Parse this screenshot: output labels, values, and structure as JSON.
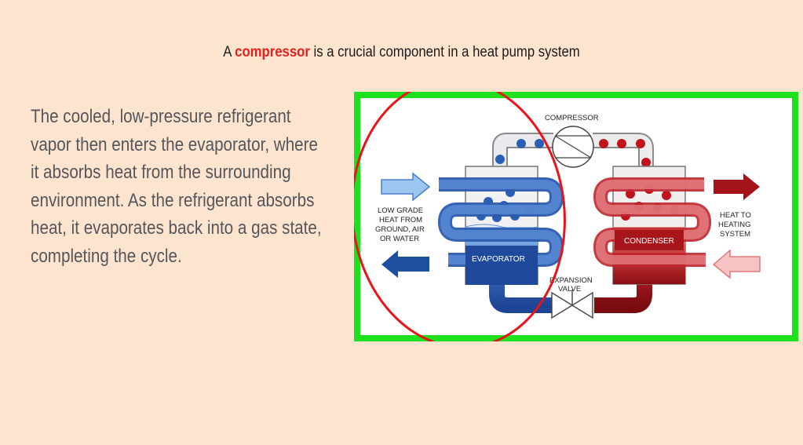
{
  "title": {
    "prefix": "A ",
    "highlight": "compressor",
    "suffix": " is a crucial component in a heat pump system"
  },
  "body_text": "The cooled, low-pressure refrigerant vapor then enters the evaporator, where it absorbs heat from the surrounding environment. As the refrigerant absorbs heat, it evaporates back into a gas state, completing the cycle.",
  "diagram": {
    "labels": {
      "compressor": "COMPRESSOR",
      "evaporator": "EVAPORATOR",
      "condenser": "CONDENSER",
      "expansion_valve_1": "EXPANSION",
      "expansion_valve_2": "VALVE",
      "left_1": "LOW GRADE",
      "left_2": "HEAT FROM",
      "left_3": "GROUND, AIR",
      "left_4": "OR WATER",
      "right_1": "HEAT TO",
      "right_2": "HEATING",
      "right_3": "SYSTEM"
    },
    "colors": {
      "frame": "#1fe01f",
      "highlight_circle": "#e8141a",
      "cold_blue": "#2a5fb5",
      "hot_red": "#b3141a"
    }
  }
}
